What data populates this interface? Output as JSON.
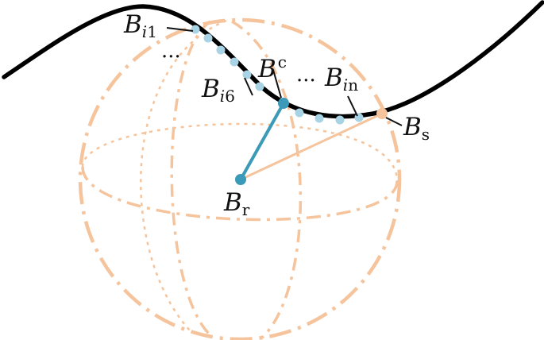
{
  "labels": {
    "bi1": {
      "main": "B",
      "sub_i": "i",
      "sub_n": "1"
    },
    "bi6": {
      "main": "B",
      "sub_i": "i",
      "sub_n": "6"
    },
    "bc": {
      "main": "B",
      "sub": "c"
    },
    "bin": {
      "main": "B",
      "sub_i": "i",
      "sub_n": "n"
    },
    "bs": {
      "main": "B",
      "sub": "s"
    },
    "br": {
      "main": "B",
      "sub": "r"
    },
    "ellipsis": "···"
  },
  "colors": {
    "curve": "#000000",
    "sphere": "#f5c49c",
    "sample_points": "#a8d3e4",
    "center_point": "#3a9ab8",
    "search_point": "#f5c49c",
    "leader_lines": "#111111"
  },
  "icons": {
    "curve": "trajectory-curve",
    "sphere": "search-sphere-wireframe"
  }
}
